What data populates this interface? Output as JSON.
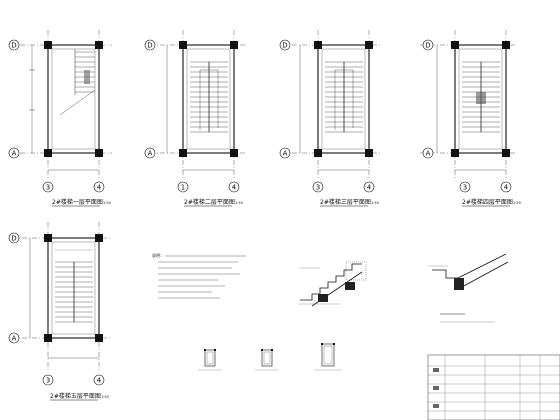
{
  "plans": [
    {
      "title": "2#楼梯一层平面图",
      "scale": "1:50",
      "axis_top": "D",
      "axis_bottom": "A",
      "axis_left": "3",
      "axis_right": "4",
      "stair_flights": 1
    },
    {
      "title": "2#楼梯二层平面图",
      "scale": "1:50",
      "axis_top": "D",
      "axis_bottom": "A",
      "axis_left": "1",
      "axis_right": "4",
      "stair_flights": 2
    },
    {
      "title": "2#楼梯三层平面图",
      "scale": "1:50",
      "axis_top": "D",
      "axis_bottom": "A",
      "axis_left": "3",
      "axis_right": "4",
      "stair_flights": 2
    },
    {
      "title": "2#楼梯四层平面图",
      "scale": "1:50",
      "axis_top": "D",
      "axis_bottom": "A",
      "axis_left": "3",
      "axis_right": "4",
      "stair_flights": 2
    },
    {
      "title": "2#楼梯五层平面图",
      "scale": "1:50",
      "axis_top": "D",
      "axis_bottom": "A",
      "axis_left": "3",
      "axis_right": "4",
      "stair_flights": 2
    }
  ],
  "notes_heading": "说明："
}
